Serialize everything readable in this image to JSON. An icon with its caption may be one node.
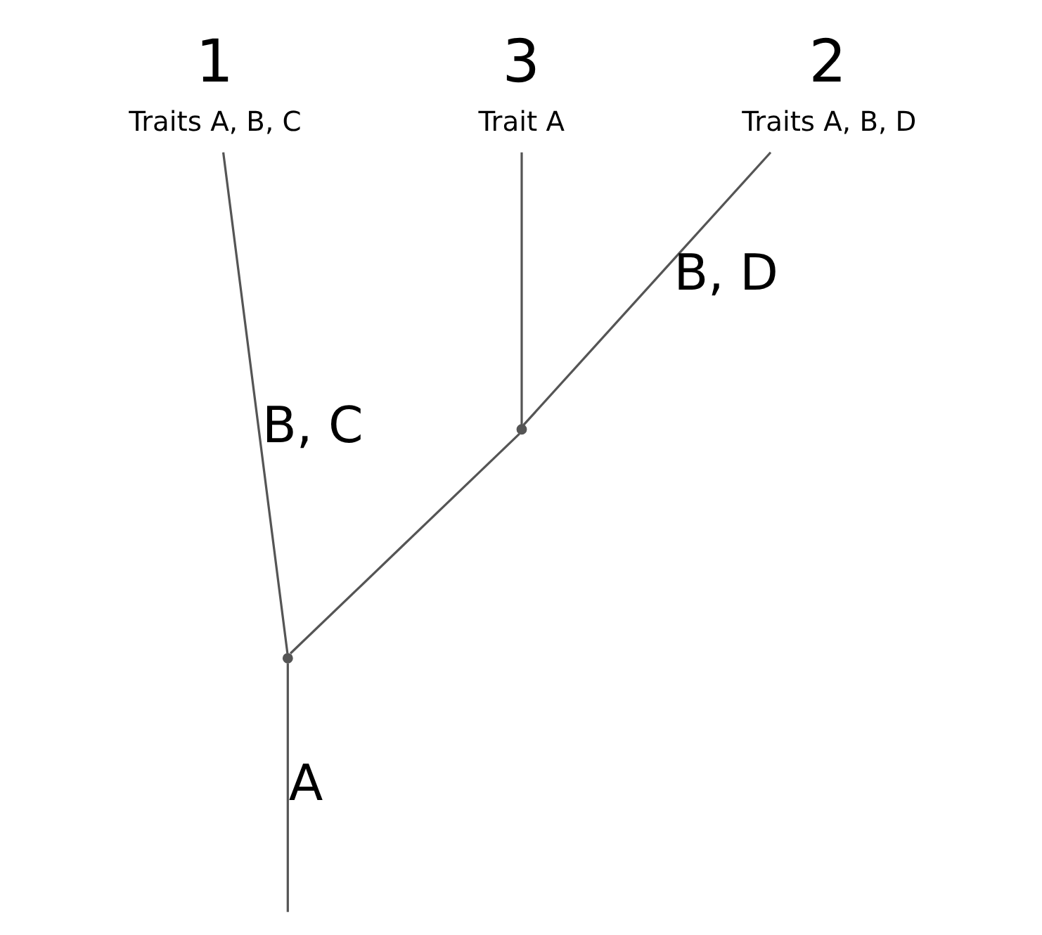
{
  "diagram": {
    "nodes": [
      {
        "text": [
          "1",
          "Traits A, B, C"
        ]
      },
      {
        "text": [
          "3",
          "Trait A"
        ]
      },
      {
        "text": [
          "2",
          "Traits A, B, D"
        ]
      },
      {
        "text": [],
        "shape": "point"
      },
      {
        "text": [],
        "shape": "point"
      }
    ],
    "edges": [
      {
        "from": null,
        "to": 3,
        "arrow": "none",
        "label": "A"
      },
      {
        "from": 3,
        "to": 0,
        "arrow": "none",
        "label": "B, C"
      },
      {
        "from": 3,
        "to": 4,
        "arrow": "none"
      },
      {
        "from": 4,
        "to": 1,
        "arrow": "none"
      },
      {
        "from": 4,
        "to": 2,
        "arrow": "none",
        "label": "B, D"
      }
    ]
  }
}
